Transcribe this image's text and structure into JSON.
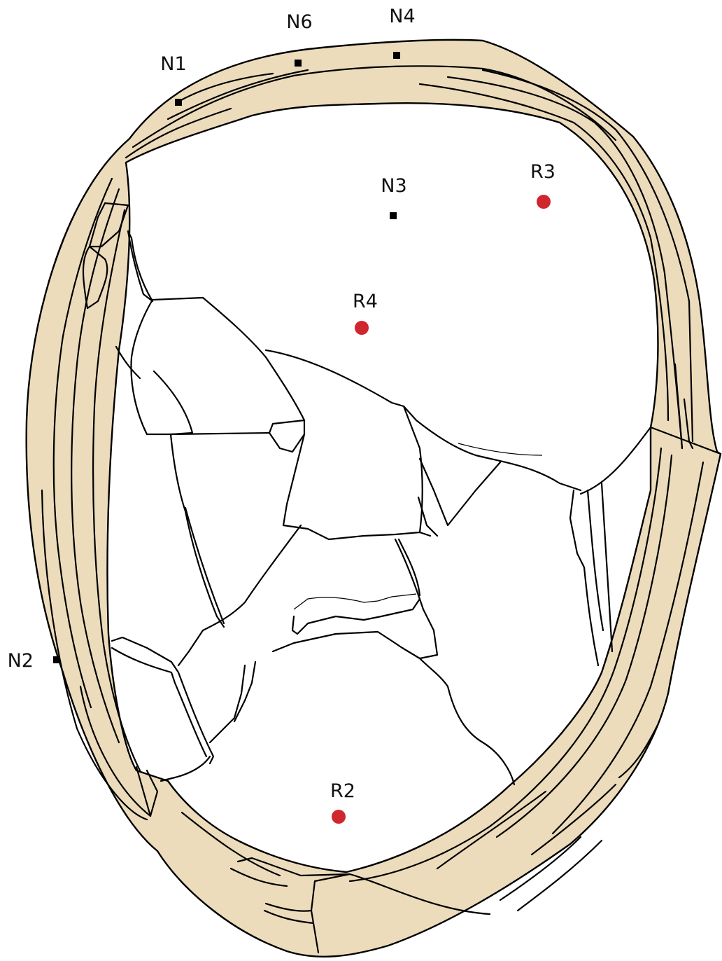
{
  "colors": {
    "rim_fill": "#ecdcbc",
    "outline": "#000000",
    "n_marker": "#000000",
    "r_marker": "#d0262e",
    "background": "#ffffff"
  },
  "markers": [
    {
      "id": "N1",
      "label": "N1",
      "kind": "square"
    },
    {
      "id": "N6",
      "label": "N6",
      "kind": "square"
    },
    {
      "id": "N4",
      "label": "N4",
      "kind": "square"
    },
    {
      "id": "N3",
      "label": "N3",
      "kind": "square"
    },
    {
      "id": "N2",
      "label": "N2",
      "kind": "square"
    },
    {
      "id": "R3",
      "label": "R3",
      "kind": "circle"
    },
    {
      "id": "R4",
      "label": "R4",
      "kind": "circle"
    },
    {
      "id": "R2",
      "label": "R2",
      "kind": "circle"
    }
  ]
}
